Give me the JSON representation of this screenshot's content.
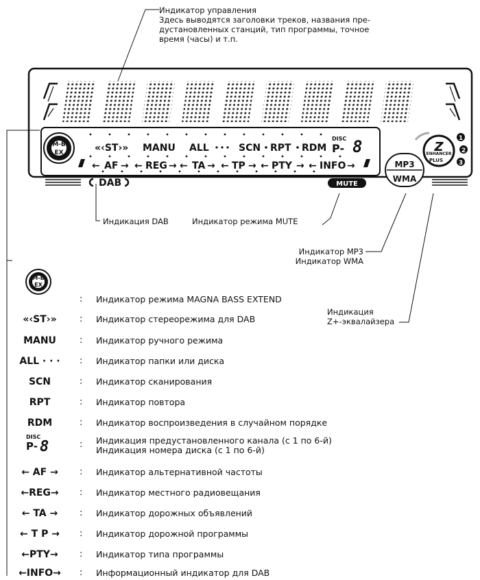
{
  "callouts": {
    "control_title": "Индикатор управления",
    "control_lines": [
      "Здесь выводятся заголовки треков, названия пре-",
      "дустановленных станций, тип программы, точное",
      "время (часы) и т.п."
    ],
    "dab": "Индикация DAB",
    "mute": "Индикатор режима MUTE",
    "mp3": "Индикатор MP3",
    "wma": "Индикатор WMA",
    "zplus_line1": "Индикация",
    "zplus_line2": "Z+-эквалайзера"
  },
  "display": {
    "st": "«‹ST›»",
    "manu": "MANU",
    "all": "ALL",
    "scn": "SCN",
    "rpt": "RPT",
    "rdm": "RDM",
    "disc": "DISC",
    "p": "P-",
    "digit": "8",
    "af": "AF",
    "reg": "REG",
    "ta": "TA",
    "tp": "TP",
    "pty": "PTY",
    "info": "INFO",
    "dab": "DAB",
    "mute": "MUTE",
    "mp3": "MP3",
    "wma": "WMA",
    "mbex_top": "M-B",
    "mbex_bottom": "EX",
    "enhancer": "ENHANCER",
    "plus": "PLUS",
    "z": "Z",
    "n1": "1",
    "n2": "2",
    "n3": "3"
  },
  "legend": [
    {
      "symbol": "",
      "desc": "Индикатор режима MAGNA BASS EXTEND"
    },
    {
      "symbol": "«‹ST›»",
      "desc": "Индикатор стереорежима для DAB"
    },
    {
      "symbol": "MANU",
      "desc": "Индикатор ручного режима"
    },
    {
      "symbol": "ALL · · ·",
      "desc": "Индикатор папки или диска"
    },
    {
      "symbol": "SCN",
      "desc": "Индикатор сканирования"
    },
    {
      "symbol": "RPT",
      "desc": "Индикатор повтора"
    },
    {
      "symbol": "RDM",
      "desc": "Индикатор воспроизведения в случайном порядке"
    },
    {
      "symbol": "",
      "desc": "Индикация предустановленного канала (с 1 по 6-й)",
      "desc2": "Индикация номера диска (с 1 по 6-й)"
    },
    {
      "symbol": "← AF →",
      "desc": "Индикатор альтернативной частоты"
    },
    {
      "symbol": "←REG→",
      "desc": "Индикатор местного радиовещания"
    },
    {
      "symbol": "← TA →",
      "desc": "Индикатор дорожных объявлений"
    },
    {
      "symbol": "← T P →",
      "desc": "Индикатор дорожной программы"
    },
    {
      "symbol": "←PTY→",
      "desc": "Индикатор типа программы"
    },
    {
      "symbol": "←INFO→",
      "desc": "Информационный индикатор для DAB"
    }
  ],
  "colon": ":"
}
